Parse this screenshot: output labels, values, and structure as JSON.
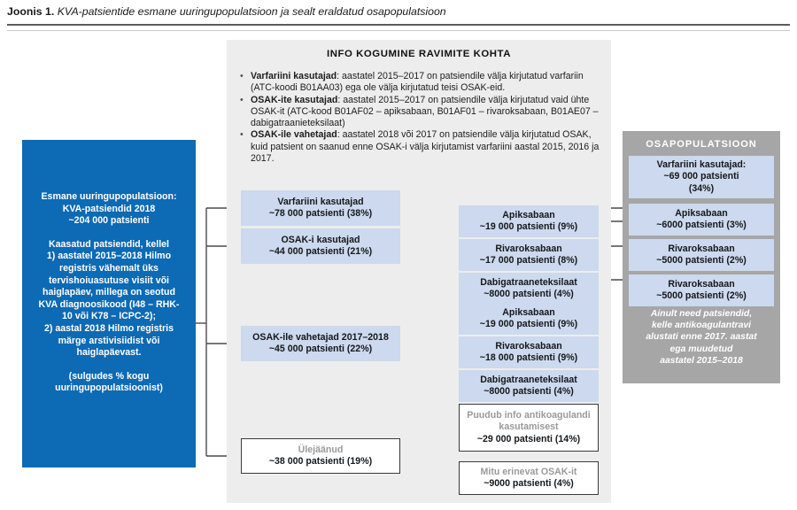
{
  "caption": {
    "label": "Joonis 1.",
    "text": "KVA-patsientide esmane uuringupopulatsioon ja sealt eraldatud osapopulatsioon"
  },
  "info_panel": {
    "title": "INFO KOGUMINE RAVIMITE KOHTA",
    "items": [
      {
        "bullet": "•",
        "term": "Varfariini kasutajad",
        "body": ": aastatel 2015–2017 on patsiendile välja kirjutatud varfariin (ATC-koodi B01AA03) ega ole välja kirjutatud teisi OSAK-eid."
      },
      {
        "bullet": "•",
        "term": "OSAK-ite kasutajad",
        "body": ": aastatel 2015–2017 on patsiendile välja kirjutatud vaid ühte OSAK-it (ATC-kood B01AF02 – apiksabaan, B01AF01 – rivaroksabaan, B01AE07 –dabigatraanieteksilaat)"
      },
      {
        "bullet": "•",
        "term": "OSAK-ile vahetajad",
        "body": ": aastatel 2018 või 2017 on patsiendile välja kirjutatud OSAK, kuid patsient on saanud enne OSAK-i välja kirjutamist varfariini aastal 2015, 2016 ja 2017."
      }
    ]
  },
  "source_box": {
    "heading_l1": "Esmane uuringupopulatsioon:",
    "heading_l2": "KVA-patsiendid 2018",
    "heading_l3": "~204 000 patsienti",
    "body_l1": "Kaasatud patsiendid, kellel",
    "body_l2": "1)  aastatel 2015–2018 Hilmo",
    "body_l3": "registris vähemalt üks",
    "body_l4": "tervishoiuasutuse visiit või",
    "body_l5": "haiglapäev, millega on seotud",
    "body_l6": "KVA diagnoosikood (I48 – RHK-",
    "body_l7": "10 või K78 – ICPC-2);",
    "body_l8": "2)  aastal 2018 Hilmo registris",
    "body_l9": "märge arstivisiidist või",
    "body_l10": "haiglapäevast.",
    "note_l1": "(sulgudes % kogu",
    "note_l2": "uuringupopulatsioonist)"
  },
  "level2": [
    {
      "name": "varfariini-kasutajad",
      "l1": "Varfariini kasutajad",
      "l2": "~78 000 patsienti (38%)"
    },
    {
      "name": "osaki-kasutajad",
      "l1": "OSAK-i kasutajad",
      "l2": "~44 000 patsienti (21%)"
    },
    {
      "name": "osakile-vahetajad",
      "l1": "OSAK-ile vahetajad 2017–2018",
      "l2": "~45 000 patsienti (22%)"
    },
    {
      "name": "ulejaanud",
      "l1": "Ülejäänud",
      "l2": "~38 000 patsienti (19%)"
    }
  ],
  "level3_users": [
    {
      "name": "apiksabaan",
      "l1": "Apiksabaan",
      "l2": "~19 000 patsienti (9%)"
    },
    {
      "name": "rivaroksabaan",
      "l1": "Rivaroksabaan",
      "l2": "~17 000 patsienti (8%)"
    },
    {
      "name": "dabigatraaneteksilaat",
      "l1": "Dabigatraaneteksilaat",
      "l2": "~8000 patsienti (4%)"
    }
  ],
  "level3_switchers": [
    {
      "name": "apiksabaan",
      "l1": "Apiksabaan",
      "l2": "~19 000 patsienti (9%)"
    },
    {
      "name": "rivaroksabaan",
      "l1": "Rivaroksabaan",
      "l2": "~18 000 patsienti (9%)"
    },
    {
      "name": "dabigatraaneteksilaat",
      "l1": "Dabigatraaneteksilaat",
      "l2": "~8000 patsienti (4%)"
    }
  ],
  "level3_rest": [
    {
      "name": "puudub-info",
      "l1": "Puudub info antikoagulandi kasutamisest",
      "l2": "~29 000 patsienti (14%)"
    },
    {
      "name": "mitu-erinevat-osakit",
      "l1": "Mitu erinevat OSAK-it",
      "l2": "~9000 patsienti (4%)"
    }
  ],
  "subpopulation": {
    "title": "OSAPOPULATSIOON",
    "items": [
      {
        "name": "varfariini-kasutajad",
        "l1": "Varfariini kasutajad:",
        "l2": "~69 000 patsienti",
        "l3": "(34%)"
      },
      {
        "name": "apiksabaan",
        "l1": "Apiksabaan",
        "l2": "~6000 patsienti (3%)"
      },
      {
        "name": "rivaroksabaan",
        "l1": "Rivaroksabaan",
        "l2": "~5000 patsienti (2%)"
      },
      {
        "name": "rivaroksabaan-2",
        "l1": "Rivaroksabaan",
        "l2": "~5000 patsienti (2%)"
      }
    ],
    "note_l1": "Ainult need patsiendid,",
    "note_l2": "kelle antikoagulantravi",
    "note_l3": "alustati enne 2017. aastat",
    "note_l4": "ega muudetud",
    "note_l5": "aastatel 2015–2018"
  },
  "colors": {
    "brand_blue": "#0d6ab4",
    "node_blue": "#ccd9ee",
    "panel_grey": "#ededed",
    "subpanel_grey": "#a6a6a6",
    "wire": "#4a4a4a"
  }
}
